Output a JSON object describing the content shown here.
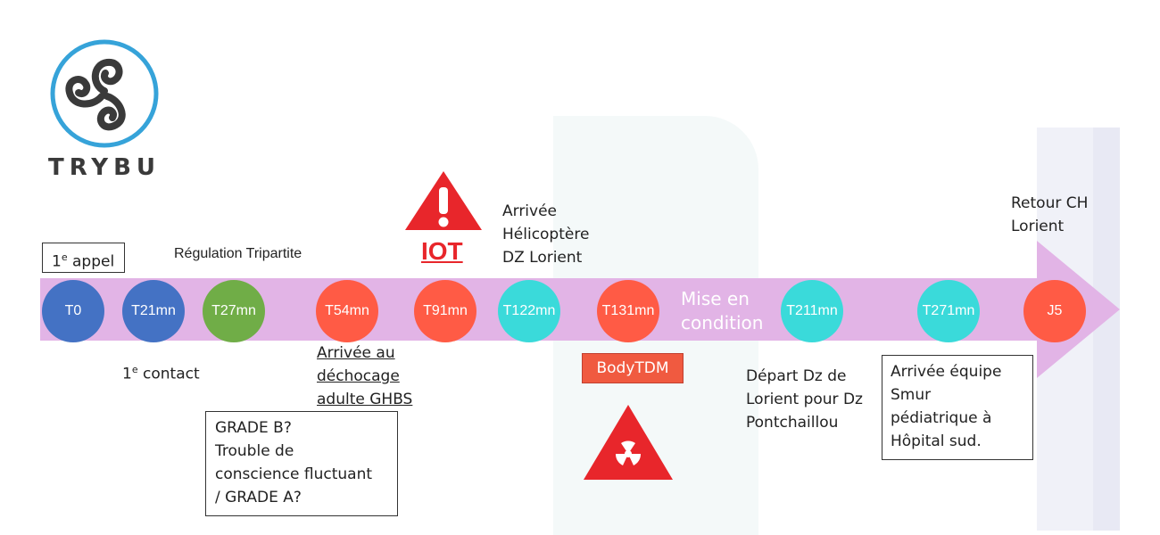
{
  "logo": {
    "brand_text": "TRYBU",
    "ring_color": "#36A3D9",
    "mark_color": "#3a3a3a"
  },
  "timeline": {
    "arrow_color": "#E2B4E6",
    "nodes": [
      {
        "id": "t0",
        "label": "T0",
        "color": "#4472C4"
      },
      {
        "id": "t21",
        "label": "T21mn",
        "color": "#4472C4"
      },
      {
        "id": "t27",
        "label": "T27mn",
        "color": "#70AD47"
      },
      {
        "id": "t54",
        "label": "T54mn",
        "color": "#FF5B45"
      },
      {
        "id": "t91",
        "label": "T91mn",
        "color": "#FF5B45"
      },
      {
        "id": "t122",
        "label": "T122mn",
        "color": "#3ADADA"
      },
      {
        "id": "t131",
        "label": "T131mn",
        "color": "#FF5B45"
      },
      {
        "id": "t211",
        "label": "T211mn",
        "color": "#3ADADA"
      },
      {
        "id": "t271",
        "label": "T271mn",
        "color": "#3ADADA"
      },
      {
        "id": "j5",
        "label": "J5",
        "color": "#FF5B45"
      }
    ],
    "mise_en_condition": [
      "Mise en",
      "condition"
    ]
  },
  "annotations": {
    "first_call": "1e appel",
    "first_call_parts": {
      "num": "1",
      "sup": "e",
      "rest": " appel"
    },
    "first_contact_parts": {
      "num": "1",
      "sup": "e",
      "rest": " contact"
    },
    "regulation": "Régulation Tripartite",
    "iot": "IOT",
    "arrival_heli": [
      "Arrivée",
      "Hélicoptère",
      "DZ Lorient"
    ],
    "return_ch": [
      "Retour CH",
      "Lorient"
    ],
    "dechocage": [
      "Arrivée au",
      "déchocage",
      "adulte GHBS"
    ],
    "grade_box": [
      "GRADE B?",
      "Trouble de",
      "conscience fluctuant",
      "/ GRADE A?"
    ],
    "bodytdm": "BodyTDM",
    "depart_dz": [
      "Départ Dz de",
      "Lorient pour Dz",
      "Pontchaillou"
    ],
    "smur_box": [
      "Arrivée équipe",
      "Smur",
      "pédiatrique à",
      "Hôpital sud."
    ]
  },
  "colors": {
    "warning_red": "#E8262B",
    "bodytdm_bg": "#F05A40",
    "iot_red": "#E8262B"
  }
}
